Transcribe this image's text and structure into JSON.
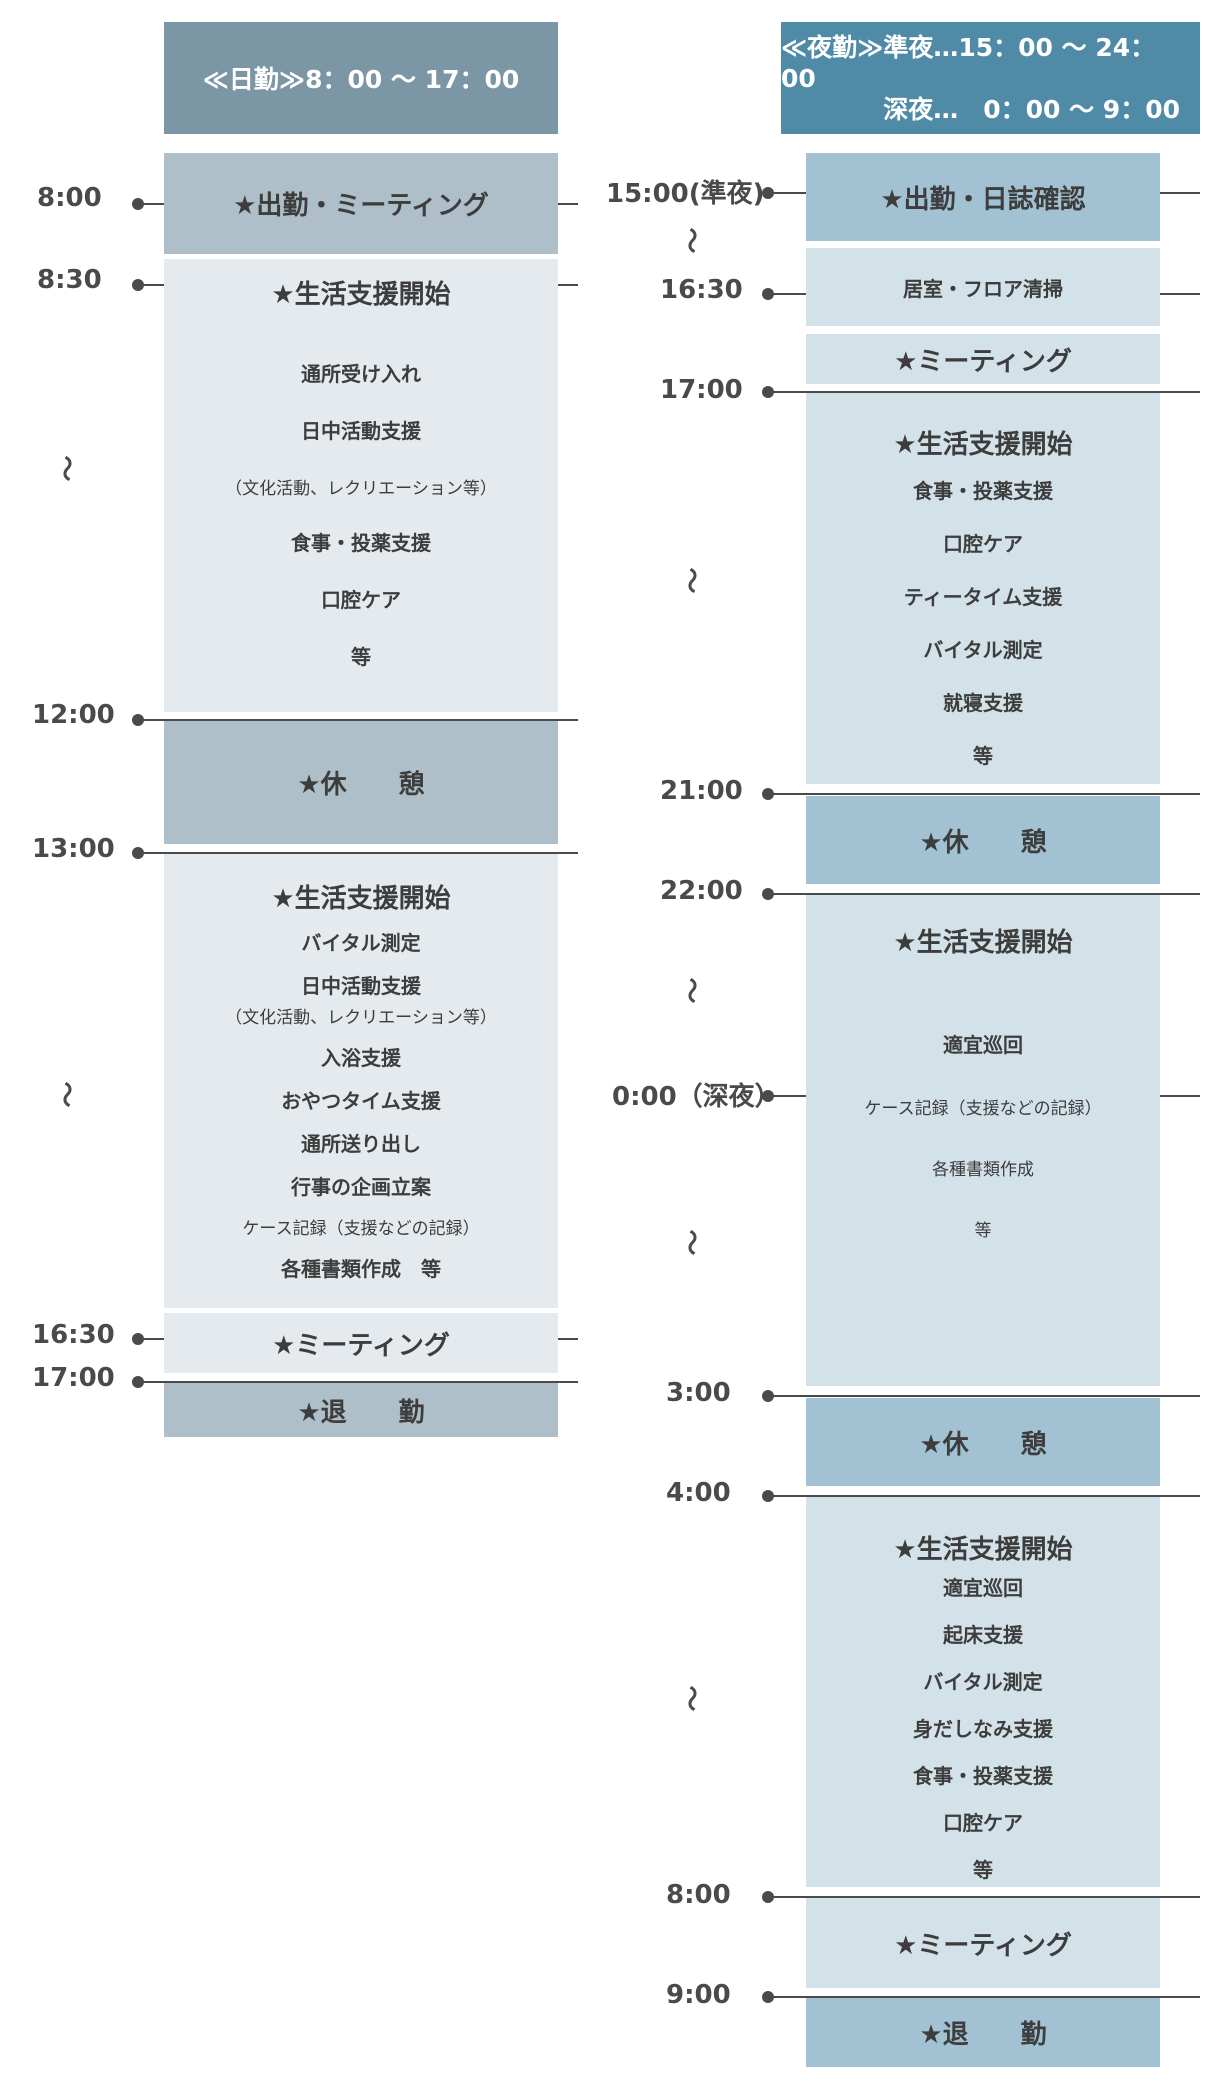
{
  "day": {
    "header": "≪日勤≫8：00 ～ 17：00",
    "times": [
      "8:00",
      "8:30",
      "12:00",
      "13:00",
      "16:30",
      "17:00"
    ],
    "tilde": "～",
    "blocks": {
      "attend_title": "★出勤・ミーティング",
      "morning_title": "★生活支援開始",
      "morning_items": [
        "通所受け入れ",
        "日中活動支援",
        "（文化活動、レクリエーション等）",
        "食事・投薬支援",
        "口腔ケア",
        "等"
      ],
      "break_title": "★休　　憩",
      "afternoon_title": "★生活支援開始",
      "afternoon_items": [
        "バイタル測定",
        "日中活動支援",
        "（文化活動、レクリエーション等）",
        "入浴支援",
        "おやつタイム支援",
        "通所送り出し",
        "行事の企画立案",
        "ケース記録（支援などの記録）",
        "各種書類作成　等"
      ],
      "meeting_title": "★ミーティング",
      "leave_title": "★退　　勤"
    }
  },
  "night": {
    "header_line1": "≪夜勤≫準夜…15：00 ～ 24：00",
    "header_line2": "深夜…　0：00 ～ 9：00",
    "times": [
      "15:00(準夜)",
      "16:30",
      "17:00",
      "21:00",
      "22:00",
      "0:00（深夜）",
      "3:00",
      "4:00",
      "8:00",
      "9:00"
    ],
    "tilde": "～",
    "blocks": {
      "attend_title": "★出勤・日誌確認",
      "clean_title": "居室・フロア清掃",
      "meeting1_title": "★ミーティング",
      "support1_title": "★生活支援開始",
      "support1_items": [
        "食事・投薬支援",
        "口腔ケア",
        "ティータイム支援",
        "バイタル測定",
        "就寝支援",
        "等"
      ],
      "break1_title": "★休　　憩",
      "support2_title": "★生活支援開始",
      "support2_items": [
        "適宜巡回",
        "ケース記録（支援などの記録）",
        "各種書類作成",
        "等"
      ],
      "break2_title": "★休　　憩",
      "support3_title": "★生活支援開始",
      "support3_items": [
        "適宜巡回",
        "起床支援",
        "バイタル測定",
        "身だしなみ支援",
        "食事・投薬支援",
        "口腔ケア",
        "等"
      ],
      "meeting2_title": "★ミーティング",
      "leave_title": "★退　　勤"
    }
  },
  "colors": {
    "day_header": "#7b96a4",
    "night_header": "#4f8aa7",
    "day_dark": "#aebfc9",
    "day_light": "#e4eaee",
    "night_mid": "#a2c2d3",
    "night_light": "#d3e1e9",
    "line": "#4a4a4a"
  }
}
